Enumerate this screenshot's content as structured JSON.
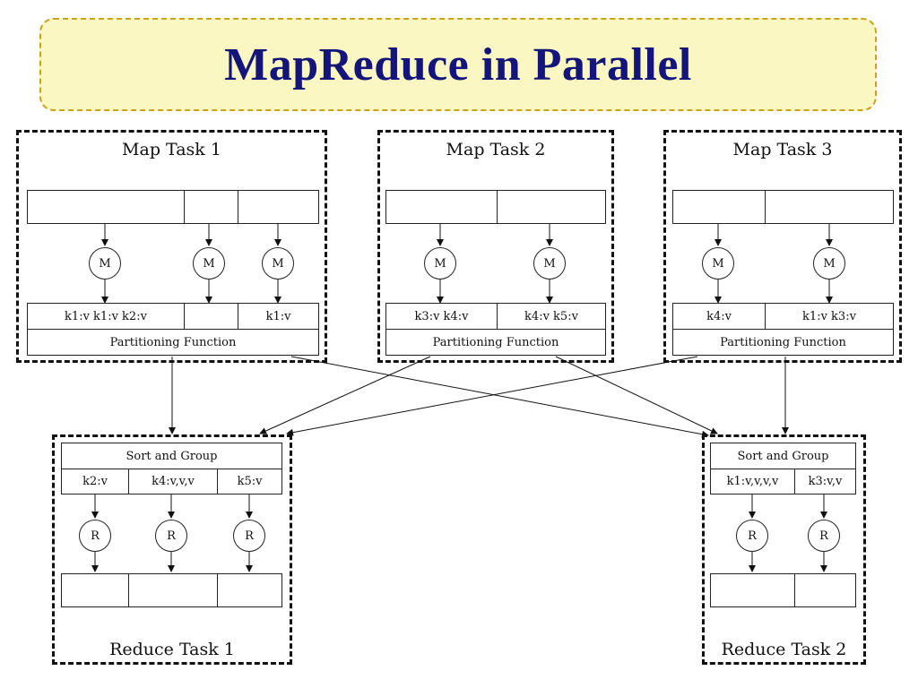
{
  "title": "MapReduce in Parallel",
  "colors": {
    "title_text": "#14157a",
    "title_background": "#fbf7c3",
    "title_border": "#c9a21e",
    "lines": "#111111"
  },
  "map_tasks": [
    {
      "title": "Map Task 1",
      "mapper_label": "M",
      "outputs": [
        "k1:v k1:v k2:v",
        "",
        "k1:v"
      ],
      "partition_label": "Partitioning Function"
    },
    {
      "title": "Map Task 2",
      "mapper_label": "M",
      "outputs": [
        "k3:v k4:v",
        "k4:v k5:v"
      ],
      "partition_label": "Partitioning Function"
    },
    {
      "title": "Map Task 3",
      "mapper_label": "M",
      "outputs": [
        "k4:v",
        "k1:v k3:v"
      ],
      "partition_label": "Partitioning Function"
    }
  ],
  "reduce_tasks": [
    {
      "title": "Reduce Task 1",
      "sort_label": "Sort and Group",
      "groups": [
        "k2:v",
        "k4:v,v,v",
        "k5:v"
      ],
      "reducer_label": "R"
    },
    {
      "title": "Reduce Task 2",
      "sort_label": "Sort and Group",
      "groups": [
        "k1:v,v,v,v",
        "k3:v,v"
      ],
      "reducer_label": "R"
    }
  ]
}
